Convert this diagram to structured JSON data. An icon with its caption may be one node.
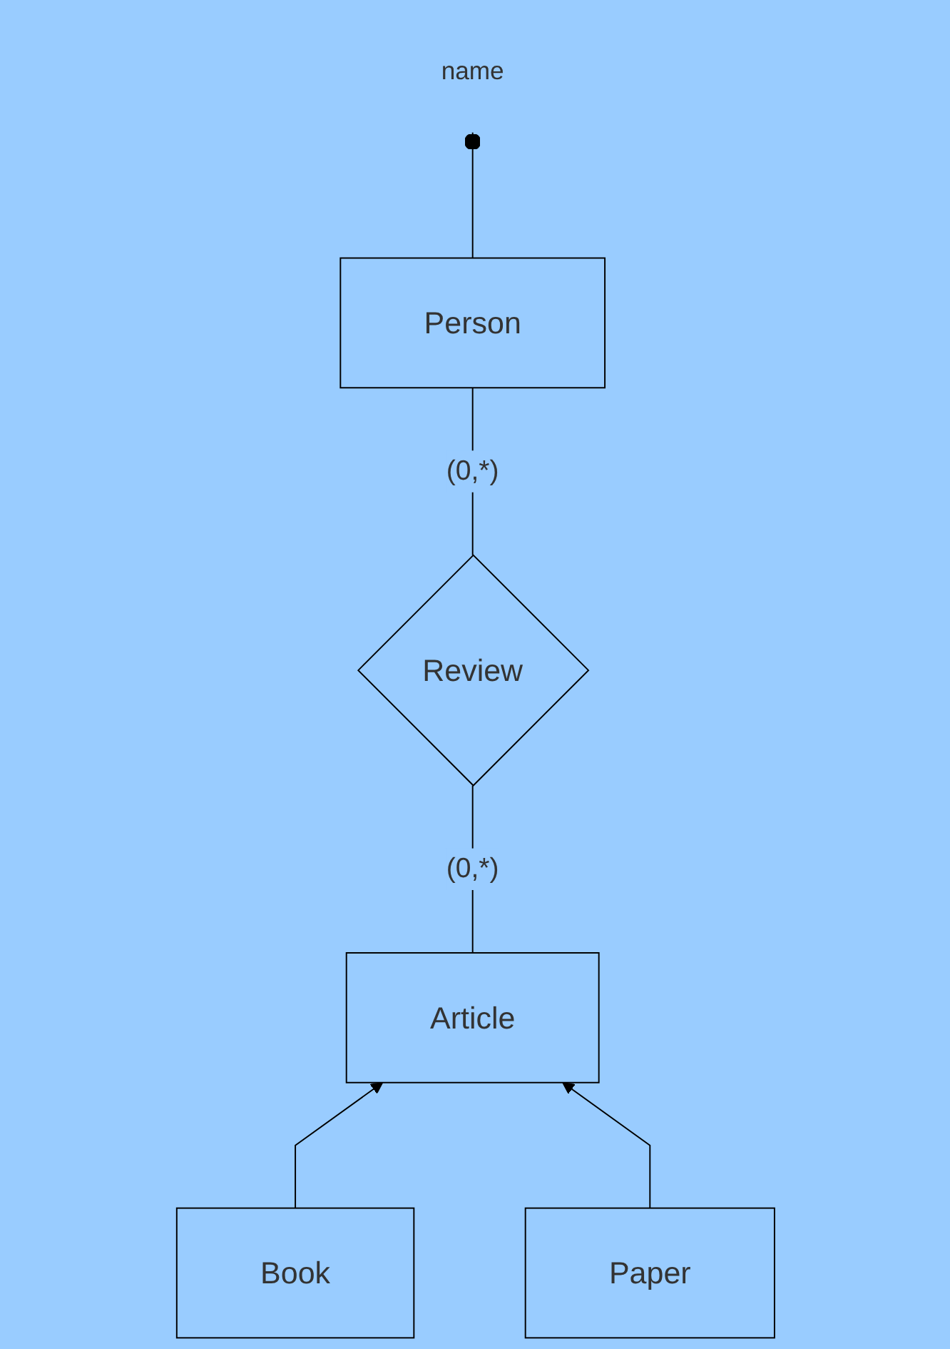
{
  "diagram": {
    "nodes": [
      {
        "text": [
          "name"
        ]
      },
      {
        "text": [
          "Person"
        ]
      },
      {
        "text": [
          "Review"
        ]
      },
      {
        "text": [
          "Article"
        ]
      },
      {
        "text": [
          "Book"
        ]
      },
      {
        "text": [
          "Paper"
        ]
      }
    ],
    "edges": [
      {
        "from": 0,
        "to": 1,
        "arrow": "other"
      },
      {
        "from": 1,
        "to": 2,
        "arrow": "none",
        "label": "(0,*)"
      },
      {
        "from": 2,
        "to": 3,
        "arrow": "none",
        "label": "(0,*)"
      },
      {
        "from": 4,
        "to": 3,
        "arrow": "to"
      },
      {
        "from": 5,
        "to": 3,
        "arrow": "to"
      }
    ]
  }
}
